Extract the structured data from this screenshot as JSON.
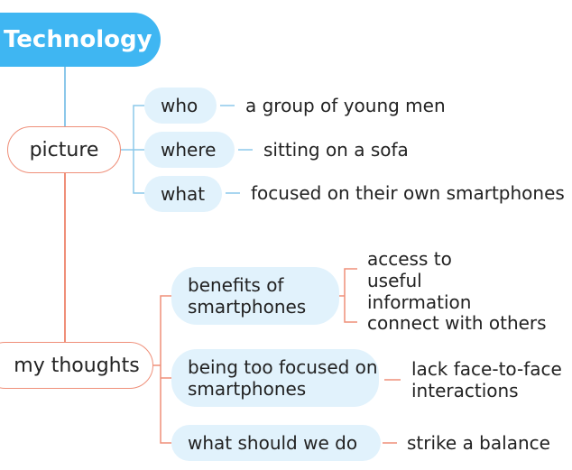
{
  "root": {
    "label": "Technology"
  },
  "picture": {
    "label": "picture",
    "items": [
      {
        "label": "who",
        "detail": "a group of young men"
      },
      {
        "label": "where",
        "detail": "sitting on a sofa"
      },
      {
        "label": "what",
        "detail": "focused on their own smartphones"
      }
    ]
  },
  "thoughts": {
    "label": "my thoughts",
    "items": [
      {
        "label": "benefits of smartphones",
        "details": [
          "access to useful information",
          "connect with others"
        ]
      },
      {
        "label": "being too focused on smartphones",
        "details": [
          "lack face-to-face interactions"
        ]
      },
      {
        "label": "what should we do",
        "details": [
          "strike a balance"
        ]
      }
    ]
  },
  "colors": {
    "root": "#3fb6f2",
    "root_connector": "#8cc8ea",
    "branch_border": "#ef8f79",
    "leaf_fill": "#e1f2fc"
  }
}
